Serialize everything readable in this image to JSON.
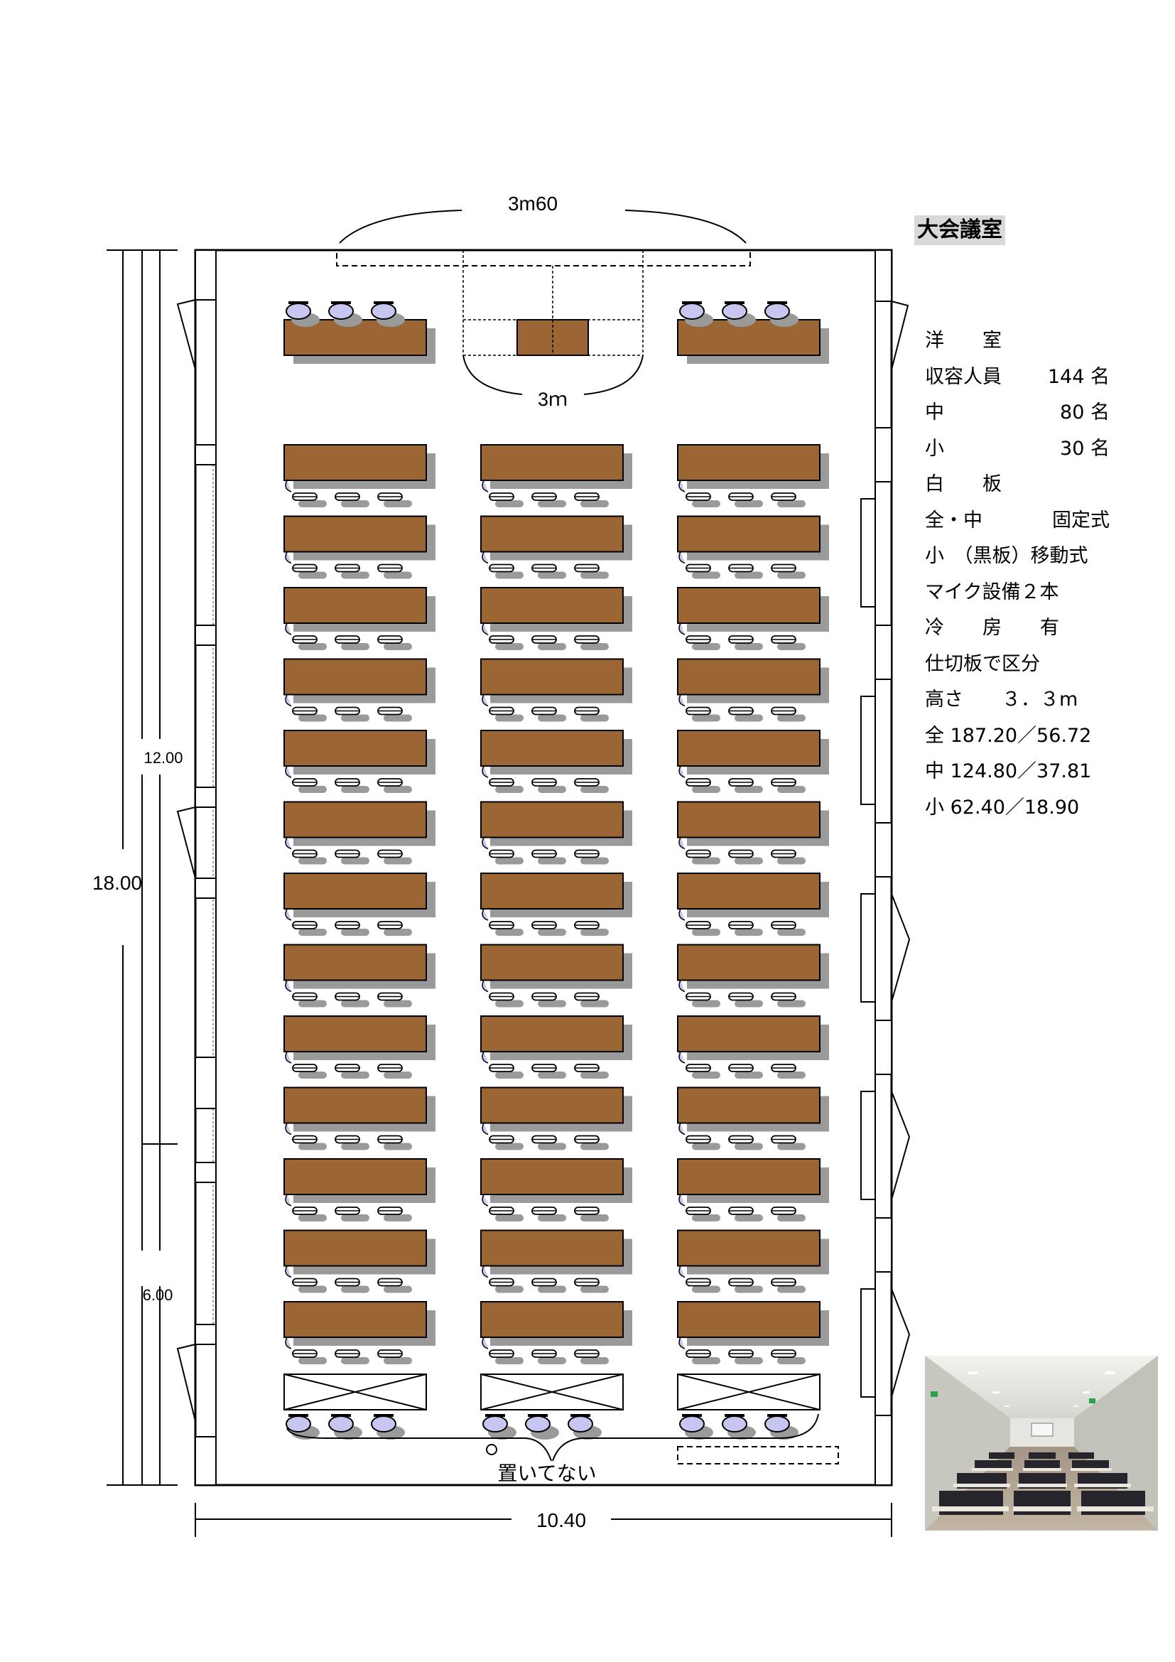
{
  "room_title": "大会議室",
  "info_rows": [
    {
      "label": "洋　　室",
      "value": ""
    },
    {
      "label": "収容人員",
      "value": "144 名"
    },
    {
      "label": "中",
      "value": "80 名"
    },
    {
      "label": "小",
      "value": "30 名"
    },
    {
      "label": "白　　板",
      "value": ""
    },
    {
      "label": "全・中",
      "value": "固定式"
    },
    {
      "label": "小　（黒板）移動式",
      "value": ""
    },
    {
      "label": "マイク設備２本",
      "value": ""
    },
    {
      "label": "冷　　房　　有",
      "value": ""
    },
    {
      "label": "仕切板で区分",
      "value": ""
    },
    {
      "label": "高さ　　３．３m",
      "value": ""
    },
    {
      "label": "全 187.20／56.72",
      "value": ""
    },
    {
      "label": "中 124.80／37.81",
      "value": ""
    },
    {
      "label": "小  62.40／18.90",
      "value": ""
    }
  ],
  "plan_labels": {
    "top_width": "3m60",
    "podium_width": "3ｍ",
    "room_length": "18.00",
    "section_length_large": "12.00",
    "section_length_small": "6.00",
    "room_width": "10.40",
    "not_placed_note": "置いてない"
  },
  "layout": {
    "table_rows": 13,
    "table_columns": 3,
    "chairs_per_table": 3,
    "empty_positions_row": 1
  },
  "colors": {
    "table": "#9b6634",
    "chair": "#c7c6f1",
    "shadow": "#9a9a9a",
    "wall": "#000000"
  },
  "icons": {
    "chair": "chair-icon",
    "photo": "room-photo"
  }
}
